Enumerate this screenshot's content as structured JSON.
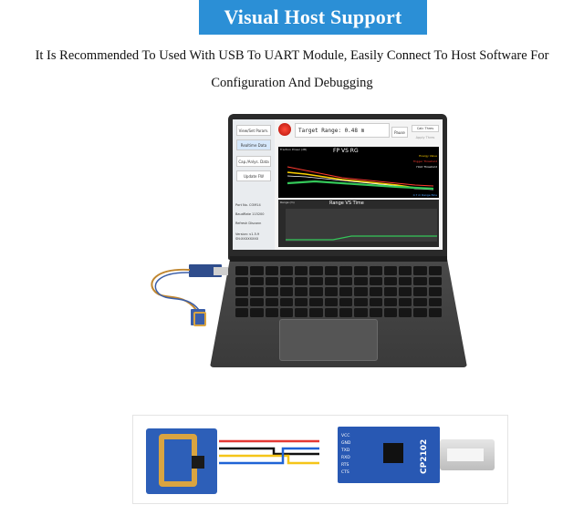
{
  "header": {
    "title": "Visual Host Support",
    "subtitle_line1": "It Is Recommended To Used With USB To UART Module, Easily Connect To Host Software For",
    "subtitle_line2": "Configuration And Debugging"
  },
  "software": {
    "sidebar": {
      "buttons": [
        "View/Set Param.",
        "Realtime Data",
        "Cap./Anlys. Data",
        "Update FW"
      ],
      "port_label": "Port No.",
      "port_value": "COM14",
      "baud_label": "BaudRate",
      "baud_value": "115200",
      "refresh_label": "Refresh",
      "disconnect_label": "Disconn",
      "version_line1": "Version: v1.5.9",
      "version_line2": "SN:XXXXXXXX"
    },
    "target_range": "Target Range: 0.48 m",
    "pause_label": "Pause",
    "calc_thres_label": "Calc Thres",
    "apply_thres_label": "Apply Thres",
    "chart_top": {
      "title": "FP VS RG",
      "ylabel": "Fraction Power (dB)",
      "legend": [
        "Energy Value",
        "Trigger Threshold",
        "Hold Threshold"
      ],
      "legend_colors": [
        "#ffd000",
        "#ff3b30",
        "#ffffff"
      ],
      "xlabel": "0.7 m Range Bins"
    },
    "chart_bottom": {
      "title": "Range VS Time",
      "ylabel": "Range (m)"
    }
  },
  "diagram": {
    "uart_board_label": "CP2102",
    "pins": [
      "VCC",
      "GND",
      "TXD",
      "RXD",
      "RTS",
      "CTS"
    ],
    "wire_colors": [
      "#e53935",
      "#111111",
      "#f5c518",
      "#1e63d6"
    ]
  }
}
